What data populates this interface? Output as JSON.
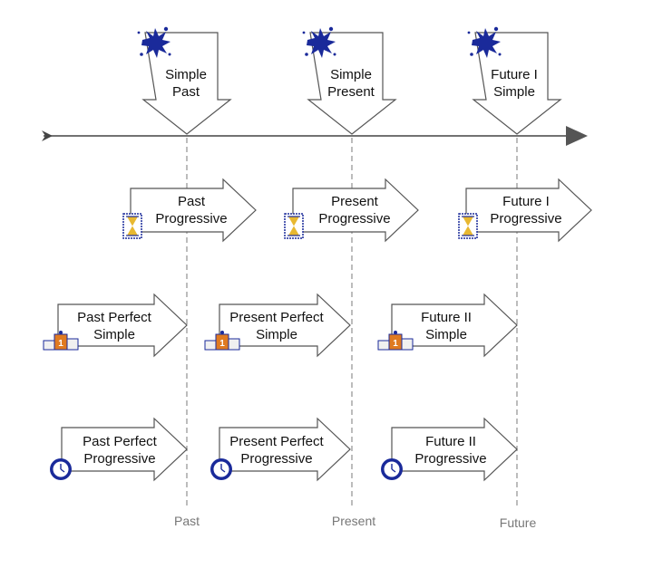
{
  "timeline": {
    "time_labels": [
      "Past",
      "Present",
      "Future"
    ]
  },
  "simple_tenses": [
    {
      "line1": "Simple",
      "line2": "Past"
    },
    {
      "line1": "Simple",
      "line2": "Present"
    },
    {
      "line1": "Future I",
      "line2": "Simple"
    }
  ],
  "progressive_tenses": [
    {
      "line1": "Past",
      "line2": "Progressive"
    },
    {
      "line1": "Present",
      "line2": "Progressive"
    },
    {
      "line1": "Future I",
      "line2": "Progressive"
    }
  ],
  "perfect_simple_tenses": [
    {
      "line1": "Past Perfect",
      "line2": "Simple"
    },
    {
      "line1": "Present Perfect",
      "line2": "Simple"
    },
    {
      "line1": "Future II",
      "line2": "Simple"
    }
  ],
  "perfect_progressive_tenses": [
    {
      "line1": "Past Perfect",
      "line2": "Progressive"
    },
    {
      "line1": "Present Perfect",
      "line2": "Progressive"
    },
    {
      "line1": "Future II",
      "line2": "Progressive"
    }
  ],
  "icons": {
    "simple": "splash-icon",
    "progressive": "hourglass-icon",
    "perfect_simple": "podium-icon",
    "perfect_progressive": "clock-icon"
  },
  "colors": {
    "icon_blue": "#1a2a9a",
    "hourglass_sand": "#e8b830",
    "podium_orange": "#e07a20",
    "axis": "#444444",
    "dash": "#999999"
  }
}
